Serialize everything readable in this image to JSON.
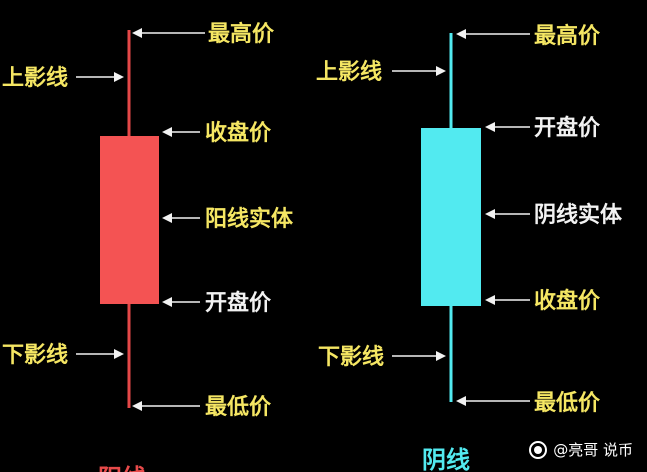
{
  "bull": {
    "caption": "阳线",
    "colors": {
      "body": "#f45353",
      "wick": "#e44848"
    },
    "labels": {
      "high": "最高价",
      "upper_shadow": "上影线",
      "close": "收盘价",
      "body": "阳线实体",
      "open": "开盘价",
      "lower_shadow": "下影线",
      "low": "最低价"
    }
  },
  "bear": {
    "caption": "阴线",
    "colors": {
      "body": "#52eaf0",
      "wick": "#52eaf0"
    },
    "labels": {
      "high": "最高价",
      "upper_shadow": "上影线",
      "open": "开盘价",
      "body": "阴线实体",
      "close": "收盘价",
      "lower_shadow": "下影线",
      "low": "最低价"
    }
  },
  "watermark": {
    "text": "@亮哥 说币",
    "icon": "brand-logo-icon"
  }
}
